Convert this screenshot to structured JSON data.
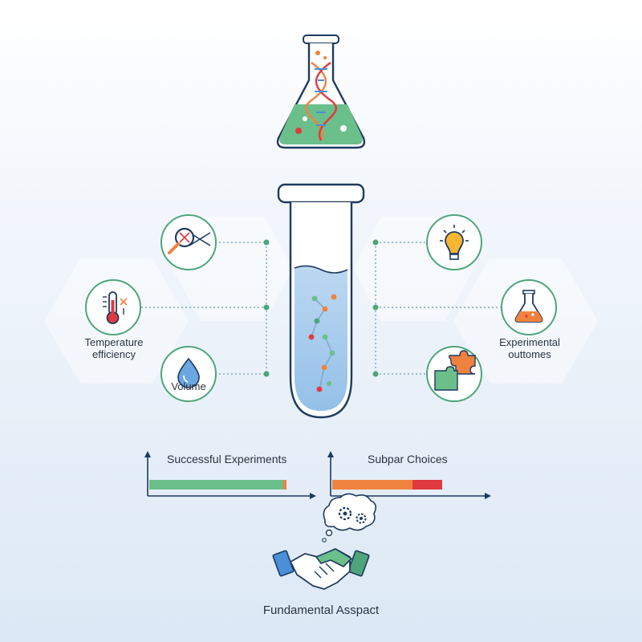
{
  "nodes": {
    "temperature": {
      "label_line1": "Temperature",
      "label_line2": "efficiency",
      "icon": "thermometer-icon"
    },
    "dna_search": {
      "icon": "dna-magnifier-icon"
    },
    "volume": {
      "label": "Volume",
      "icon": "water-drop-icon"
    },
    "idea": {
      "icon": "lightbulb-icon"
    },
    "outcomes": {
      "label_line1": "Experimental",
      "label_line2": "outtomes",
      "icon": "flask-icon"
    },
    "puzzle": {
      "icon": "puzzle-icon"
    }
  },
  "bars": {
    "successful": {
      "title": "Successful Experiments",
      "fill": 0.97,
      "color": "#6bbf8b",
      "accent": "#f0823f"
    },
    "subpar": {
      "title": "Subpar Choices",
      "fill": 0.72,
      "color": "#f0823f",
      "accent": "#e0393e"
    }
  },
  "footer": {
    "label": "Fundamental Asspact",
    "icon": "handshake-icon"
  },
  "colors": {
    "accent_teal": "#4ea57a",
    "line": "#1e3a5f",
    "tube_liquid": "#a9cdee"
  }
}
